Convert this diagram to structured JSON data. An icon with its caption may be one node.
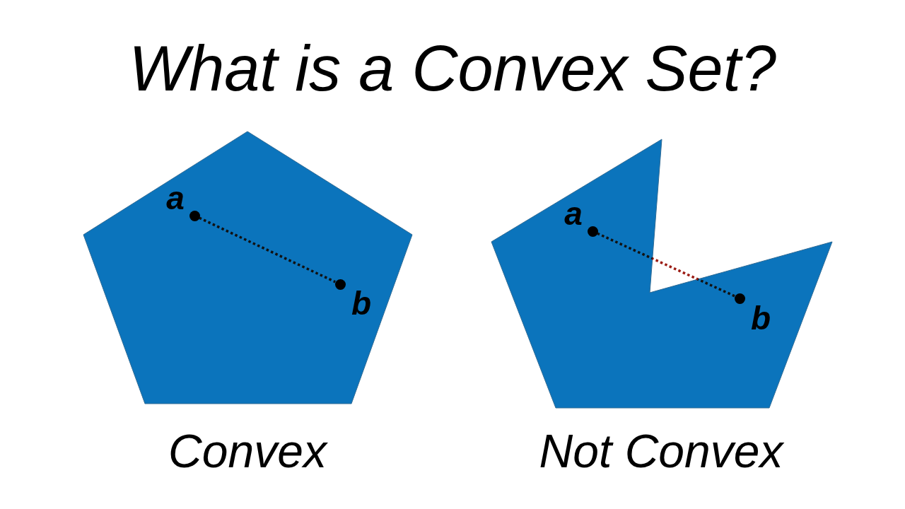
{
  "diagram": {
    "title": "What is a Convex Set?",
    "nodes": [
      {
        "text": [],
        "shape": "pentagon",
        "beside": [
          "Convex"
        ]
      },
      {
        "text": [],
        "shape": "circle",
        "beside": [
          "a"
        ],
        "in": 0
      },
      {
        "text": [],
        "shape": "circle",
        "beside": [
          "b"
        ],
        "in": 0
      },
      {
        "text": [],
        "shape": "polygon",
        "beside": [
          "Not Convex"
        ]
      },
      {
        "text": [],
        "shape": "circle",
        "beside": [
          "a"
        ],
        "in": 3
      },
      {
        "text": [],
        "shape": "circle",
        "beside": [
          "b"
        ],
        "in": 3
      }
    ],
    "edges": [
      {
        "from": 1,
        "to": 2,
        "arrow": "none",
        "style": "dashed"
      },
      {
        "from": 4,
        "to": 5,
        "arrow": "none",
        "style": "dashed"
      }
    ]
  }
}
